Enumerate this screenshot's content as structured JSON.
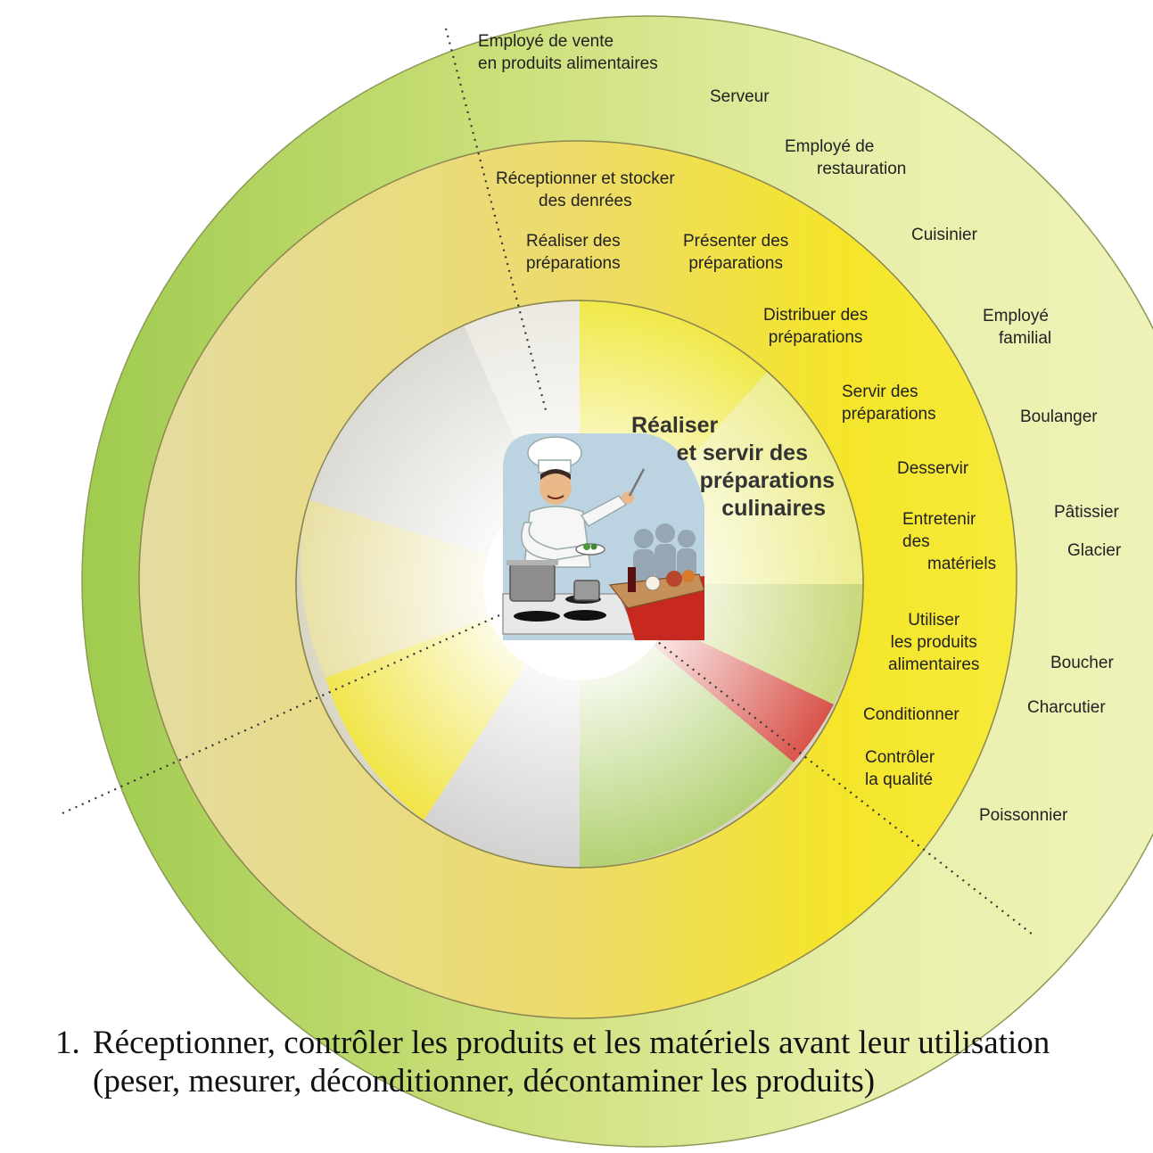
{
  "center_title": [
    "Réaliser",
    "et servir des",
    "préparations",
    "culinaires"
  ],
  "outer_jobs": [
    {
      "lines": [
        "Employé de vente",
        "en produits alimentaires"
      ]
    },
    {
      "lines": [
        "Serveur"
      ]
    },
    {
      "lines": [
        "Employé de",
        "restauration"
      ]
    },
    {
      "lines": [
        "Cuisinier"
      ]
    },
    {
      "lines": [
        "Employé",
        "familial"
      ]
    },
    {
      "lines": [
        "Boulanger"
      ]
    },
    {
      "lines": [
        "Pâtissier"
      ]
    },
    {
      "lines": [
        "Glacier"
      ]
    },
    {
      "lines": [
        "Boucher"
      ]
    },
    {
      "lines": [
        "Charcutier"
      ]
    },
    {
      "lines": [
        "Poissonnier"
      ]
    }
  ],
  "middle_activities": [
    {
      "lines": [
        "Réceptionner et stocker",
        "des denrées"
      ]
    },
    {
      "lines": [
        "Réaliser des",
        "préparations"
      ]
    },
    {
      "lines": [
        "Présenter des",
        "préparations"
      ]
    },
    {
      "lines": [
        "Distribuer des",
        "préparations"
      ]
    },
    {
      "lines": [
        "Servir des",
        "préparations"
      ]
    },
    {
      "lines": [
        "Desservir"
      ]
    },
    {
      "lines": [
        "Entretenir",
        "des",
        "matériels"
      ]
    },
    {
      "lines": [
        "Utiliser",
        "les produits",
        "alimentaires"
      ]
    },
    {
      "lines": [
        "Conditionner"
      ]
    },
    {
      "lines": [
        "Contrôler",
        "la qualité"
      ]
    }
  ],
  "caption": {
    "number": "1.",
    "text": "Réceptionner, contrôler les produits et les matériels avant leur utilisation (peser, mesurer, déconditionner, décontaminer les produits)"
  },
  "colors": {
    "outer_ring_green": "#a9cf5a",
    "outer_ring_pale": "#eef2b6",
    "middle_ring_yellow": "#f3e23a",
    "middle_ring_tan": "#e3d99a",
    "inner_gray": "#cfcfcf",
    "inner_yellow": "#f2ea2a",
    "inner_red": "#d42b2b",
    "inner_green": "#a5cd5f"
  }
}
